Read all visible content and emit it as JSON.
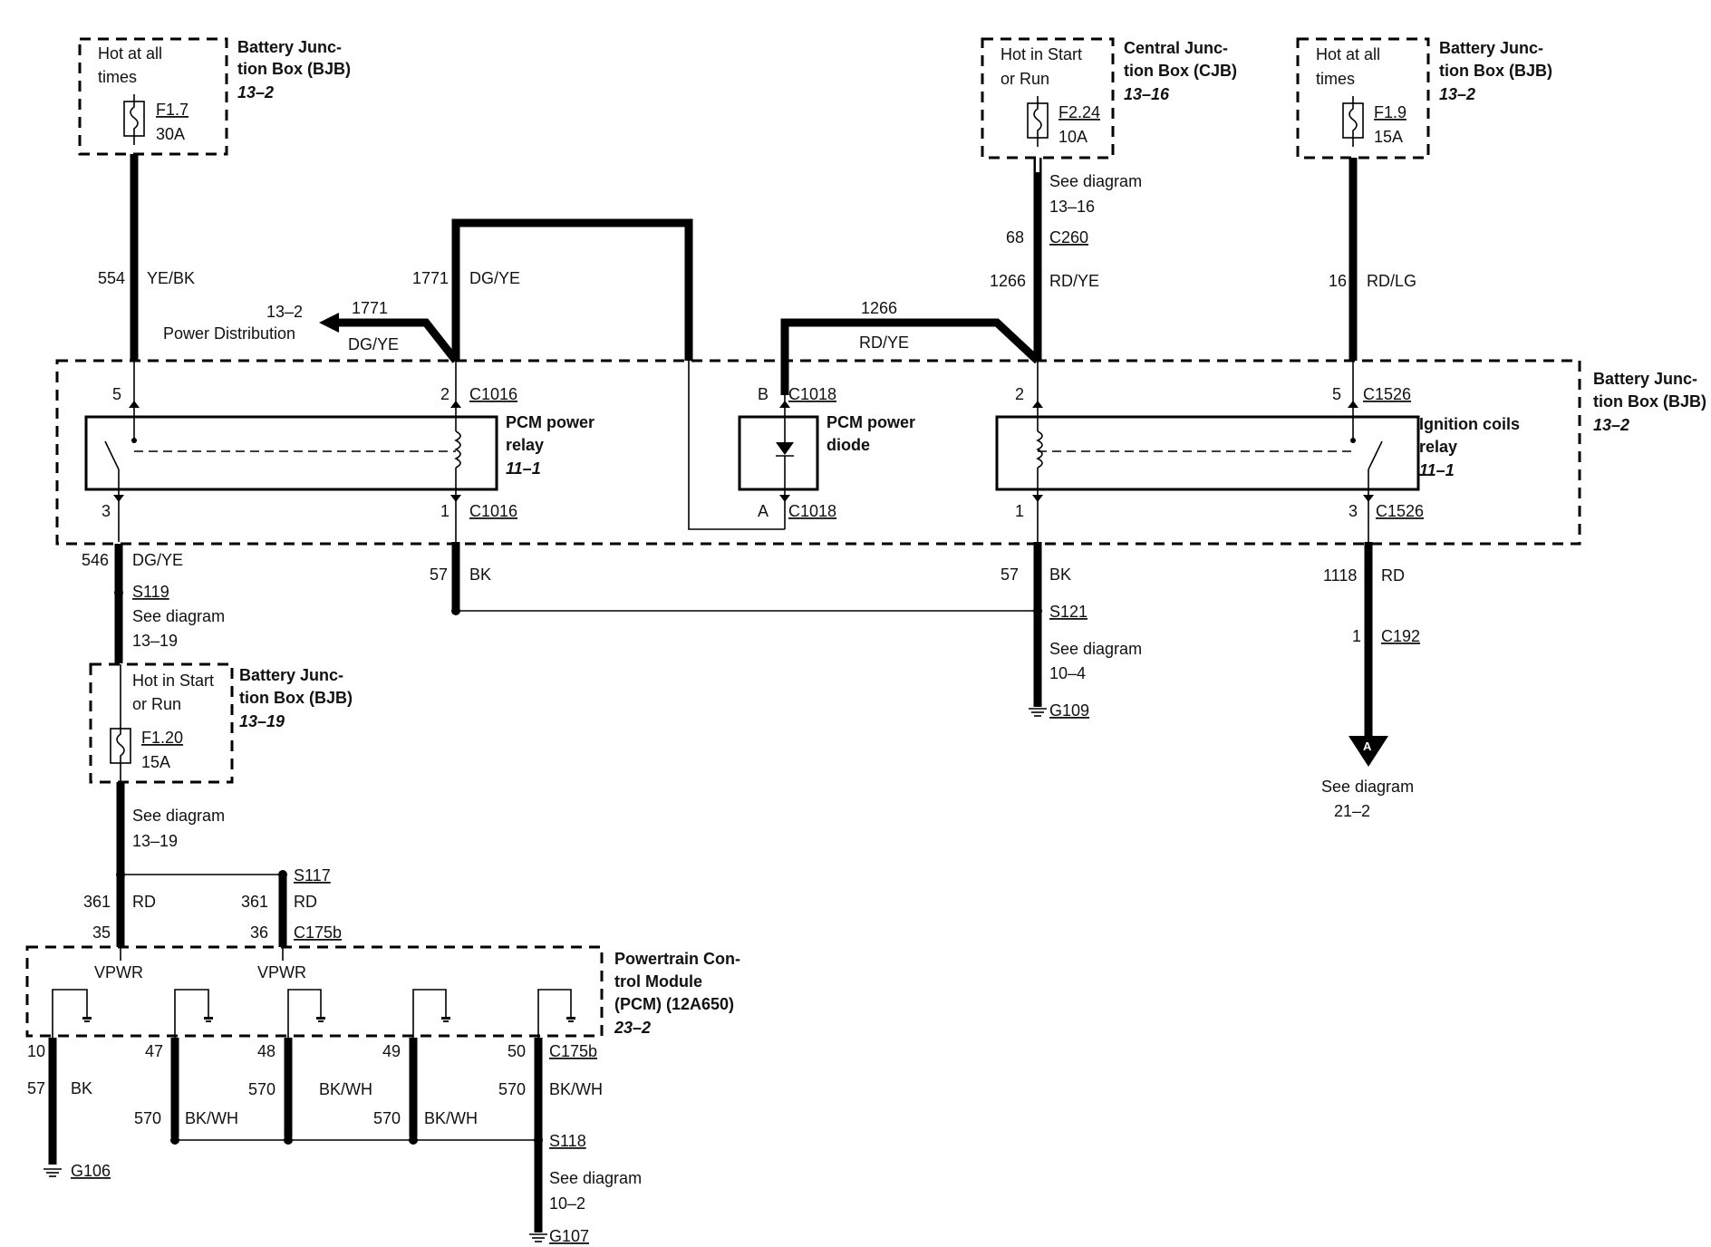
{
  "fuse_f17": {
    "hot": [
      "Hot at all",
      "times"
    ],
    "id": "F1.7",
    "amp": "30A",
    "box": [
      "Battery Junc-",
      "tion Box (BJB)"
    ],
    "ref": "13–2"
  },
  "fuse_f224": {
    "hot": [
      "Hot in Start",
      "or Run"
    ],
    "id": "F2.24",
    "amp": "10A",
    "box": [
      "Central Junc-",
      "tion Box (CJB)"
    ],
    "ref": "13–16"
  },
  "fuse_f19": {
    "hot": [
      "Hot at all",
      "times"
    ],
    "id": "F1.9",
    "amp": "15A",
    "box": [
      "Battery Junc-",
      "tion Box (BJB)"
    ],
    "ref": "13–2"
  },
  "fuse_f120": {
    "hot": [
      "Hot in Start",
      "or Run"
    ],
    "id": "F1.20",
    "amp": "15A",
    "box": [
      "Battery Junc-",
      "tion Box (BJB)"
    ],
    "ref": "13–19"
  },
  "wires": {
    "w554": {
      "num": "554",
      "color": "YE/BK"
    },
    "w1771": {
      "num": "1771",
      "color": "DG/YE"
    },
    "w1771_pd": {
      "num": "1771",
      "color": "DG/YE",
      "ref": "13–2",
      "label": "Power Distribution"
    },
    "w1266_top": {
      "num": "1266",
      "color": "RD/YE"
    },
    "w1266_mid": {
      "num": "1266",
      "color": "RD/YE"
    },
    "w16": {
      "num": "16",
      "color": "RD/LG"
    },
    "w546": {
      "num": "546",
      "color": "DG/YE"
    },
    "w57a": {
      "num": "57",
      "color": "BK"
    },
    "w57b": {
      "num": "57",
      "color": "BK"
    },
    "w1118": {
      "num": "1118",
      "color": "RD"
    },
    "w361a": {
      "num": "361",
      "color": "RD"
    },
    "w361b": {
      "num": "361",
      "color": "RD"
    },
    "w57c": {
      "num": "57",
      "color": "BK"
    },
    "w570a": {
      "num": "570",
      "color": "BK/WH"
    },
    "w570b": {
      "num": "570",
      "color": "BK/WH"
    },
    "w570c": {
      "num": "570",
      "color": "BK/WH"
    },
    "w570d": {
      "num": "570",
      "color": "BK/WH"
    }
  },
  "bjb_main": {
    "title": [
      "Battery Junc-",
      "tion Box (BJB)"
    ],
    "ref": "13–2"
  },
  "pcm_relay": {
    "label": [
      "PCM power",
      "relay"
    ],
    "ref": "11–1",
    "pin_top": "5",
    "pin_coil_top": "2",
    "conn_top": "C1016",
    "pin_bot": "3",
    "pin_coil_bot": "1",
    "conn_bot": "C1016"
  },
  "pcm_diode": {
    "label": [
      "PCM power",
      "diode"
    ],
    "pin_top": "B",
    "conn_top": "C1018",
    "pin_bot": "A",
    "conn_bot": "C1018"
  },
  "ign_relay": {
    "label": [
      "Ignition coils",
      "relay"
    ],
    "ref": "11–1",
    "pin_coil_top": "2",
    "pin_top": "5",
    "conn_top": "C1526",
    "pin_coil_bot": "1",
    "pin_bot": "3",
    "conn_bot": "C1526"
  },
  "c260": {
    "pin": "68",
    "conn": "C260"
  },
  "see_13_16": [
    "See diagram",
    "13–16"
  ],
  "s119": {
    "id": "S119",
    "see": [
      "See diagram",
      "13–19"
    ]
  },
  "see_13_19b": [
    "See diagram",
    "13–19"
  ],
  "s121": {
    "id": "S121",
    "see": [
      "See diagram",
      "10–4"
    ],
    "ground": "G109"
  },
  "c192": {
    "pin": "1",
    "conn": "C192",
    "connector_letter": "A",
    "see": [
      "See diagram",
      "21–2"
    ]
  },
  "s117": {
    "id": "S117"
  },
  "c175b_top": {
    "pin_a": "35",
    "pin_b": "36",
    "conn": "C175b"
  },
  "pcm": {
    "title": [
      "Powertrain Con-",
      "trol Module",
      "(PCM) (12A650)"
    ],
    "ref": "23–2",
    "vpwr": "VPWR"
  },
  "pcm_grounds": {
    "pins": [
      "10",
      "47",
      "48",
      "49",
      "50"
    ],
    "conn": "C175b"
  },
  "s118": {
    "id": "S118",
    "see": [
      "See diagram",
      "10–2"
    ],
    "ground": "G107"
  },
  "g106": "G106"
}
